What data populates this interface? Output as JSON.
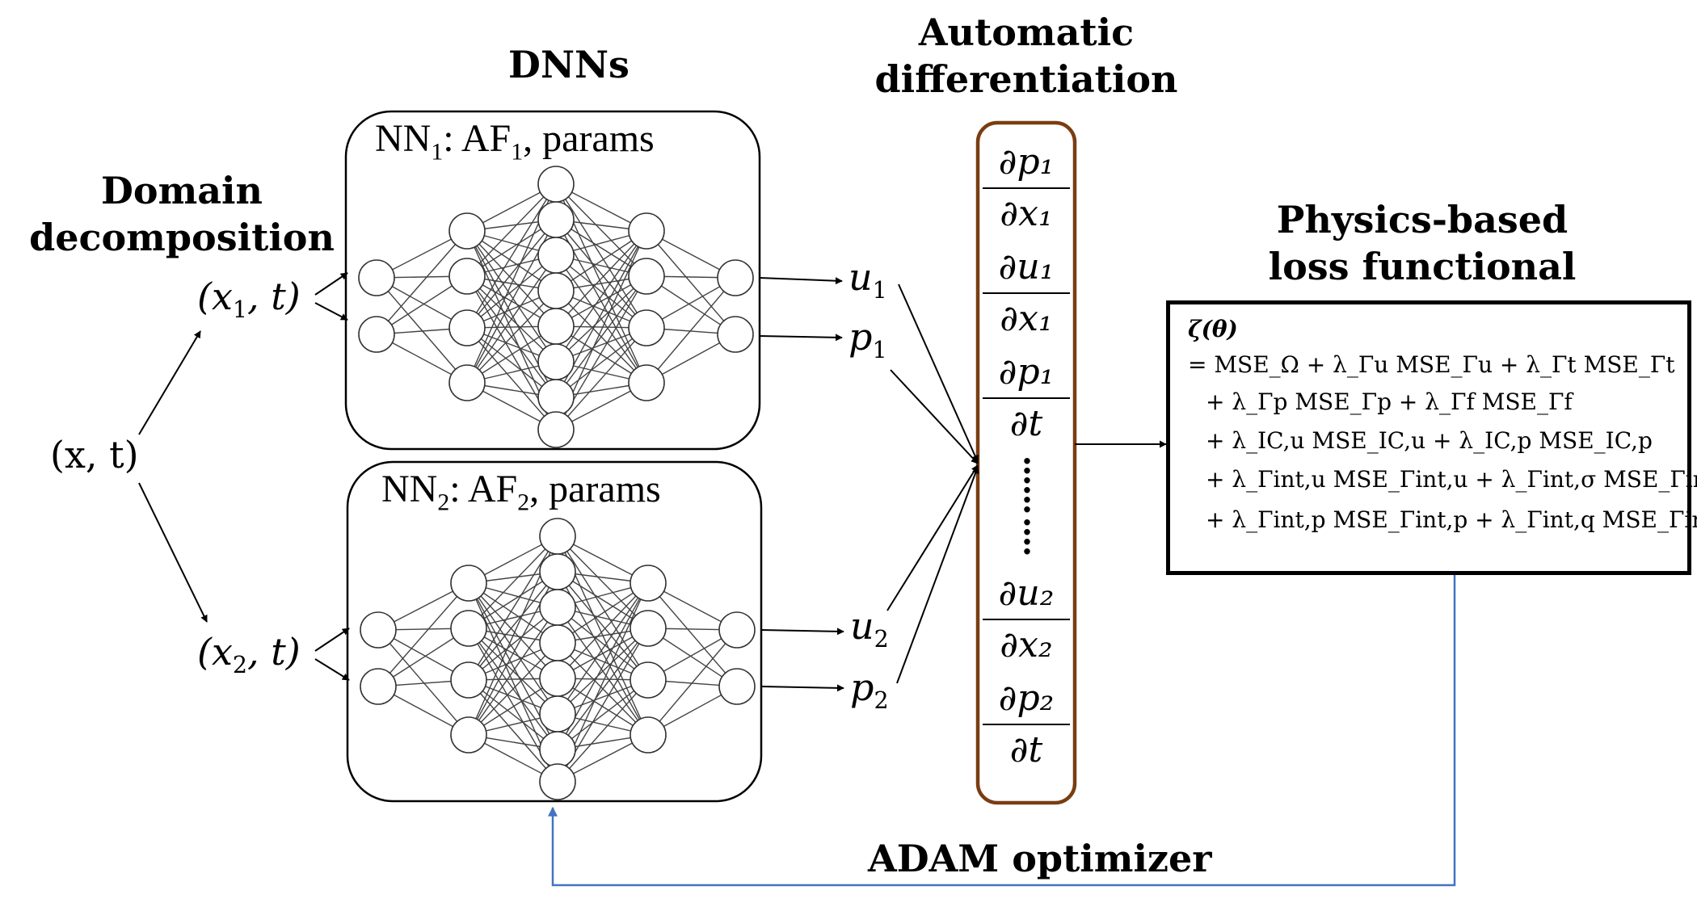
{
  "titles": {
    "dnns": "DNNs",
    "autodiff_line1": "Automatic",
    "autodiff_line2": "differentiation",
    "domain_line1": "Domain",
    "domain_line2": "decomposition",
    "physics_line1": "Physics-based",
    "physics_line2": "loss functional",
    "optimizer": "ADAM optimizer"
  },
  "inputs": {
    "main": "(x, t)",
    "sub1": {
      "pre": "(x",
      "index": "1",
      "post": ", t)"
    },
    "sub2": {
      "pre": "(x",
      "index": "2",
      "post": ", t)"
    }
  },
  "networks": [
    {
      "nn": "NN",
      "nn_index": "1",
      "af": "AF",
      "af_index": "1",
      "rest": ", params"
    },
    {
      "nn": "NN",
      "nn_index": "2",
      "af": "AF",
      "af_index": "2",
      "rest": ", params"
    }
  ],
  "outputs": [
    {
      "sym": "u",
      "index": "1"
    },
    {
      "sym": "p",
      "index": "1"
    },
    {
      "sym": "u",
      "index": "2"
    },
    {
      "sym": "p",
      "index": "2"
    }
  ],
  "derivatives": [
    {
      "num": "∂p₁",
      "den": "∂x₁"
    },
    {
      "num": "∂u₁",
      "den": "∂x₁"
    },
    {
      "num": "∂p₁",
      "den": "∂t"
    },
    {
      "num": "∂u₂",
      "den": "∂x₂"
    },
    {
      "num": "∂p₂",
      "den": "∂t"
    }
  ],
  "loss_lines": [
    "ζ(θ)",
    "= MSE_Ω + λ_Γu MSE_Γu + λ_Γt MSE_Γt",
    "+ λ_Γp MSE_Γp + λ_Γf MSE_Γf",
    "+ λ_IC,u MSE_IC,u + λ_IC,p MSE_IC,p",
    "+ λ_Γint,u MSE_Γint,u + λ_Γint,σ MSE_Γint,σ",
    "+ λ_Γint,p MSE_Γint,p + λ_Γint,q MSE_Γint,q"
  ],
  "colors": {
    "autodiff_border": "#7a3d12",
    "optimizer_line": "#4472c4",
    "ink": "#000000",
    "node_fill": "#ffffff",
    "edge": "#444444"
  }
}
